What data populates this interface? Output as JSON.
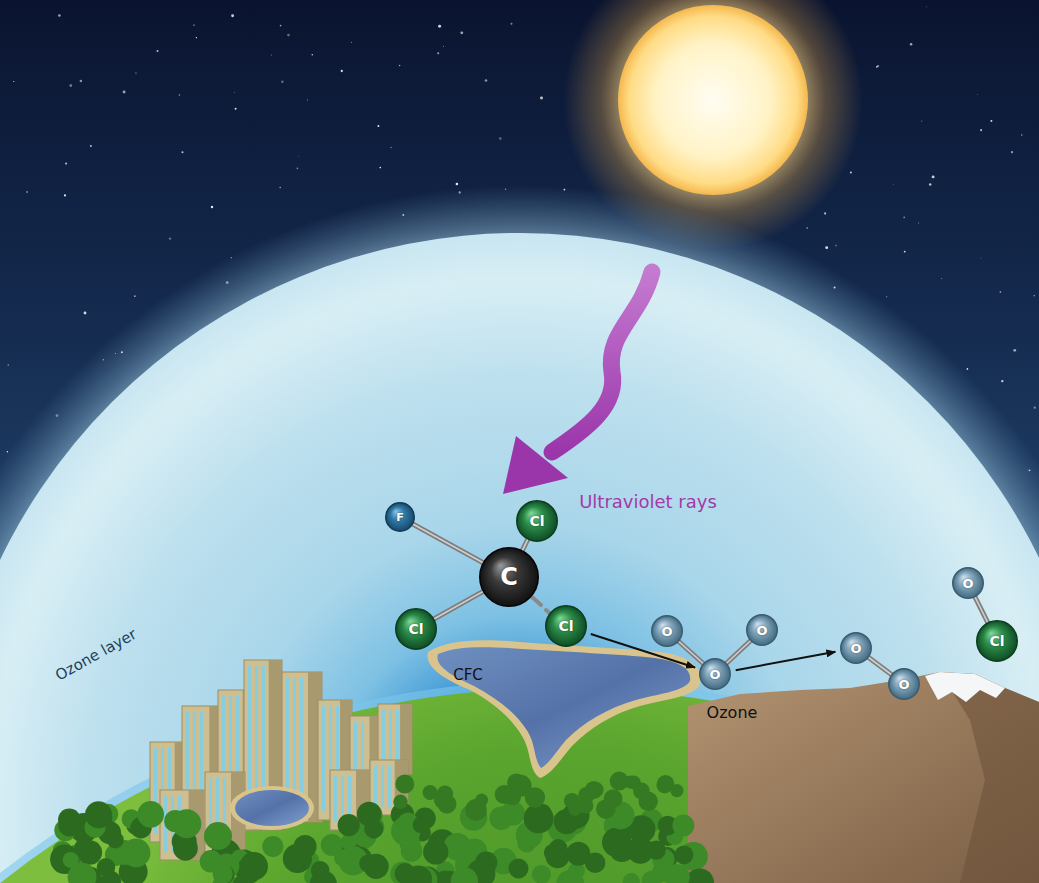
{
  "diagram": {
    "nodes": [
      {
        "text": [
          "Cl"
        ]
      },
      {
        "text": [
          "F"
        ]
      },
      {
        "text": [
          "C"
        ]
      },
      {
        "text": [
          "Cl"
        ]
      },
      {
        "text": [
          "Cl"
        ]
      },
      {
        "text": [
          "O"
        ]
      },
      {
        "text": [
          "O"
        ]
      },
      {
        "text": [
          "O"
        ]
      },
      {
        "text": [
          "O"
        ]
      },
      {
        "text": [
          "Cl"
        ]
      },
      {
        "text": [
          "O"
        ]
      },
      {
        "text": [
          "O"
        ]
      }
    ],
    "edges": [
      {
        "from": 2,
        "to": 0,
        "arrow": "none"
      },
      {
        "from": 2,
        "to": 1,
        "arrow": "none"
      },
      {
        "from": 2,
        "to": 3,
        "arrow": "none"
      },
      {
        "from": 5,
        "to": 6,
        "arrow": "none"
      },
      {
        "from": 6,
        "to": 7,
        "arrow": "none"
      },
      {
        "from": 8,
        "to": 9,
        "arrow": "none"
      },
      {
        "from": 10,
        "to": 11,
        "arrow": "none"
      },
      {
        "from": 4,
        "to": 6,
        "arrow": "to"
      },
      {
        "from": 6,
        "to": 10,
        "arrow": "to"
      }
    ],
    "labels": [
      "Ultraviolet rays",
      "CFC",
      "Ozone",
      "Ozone layer"
    ]
  }
}
